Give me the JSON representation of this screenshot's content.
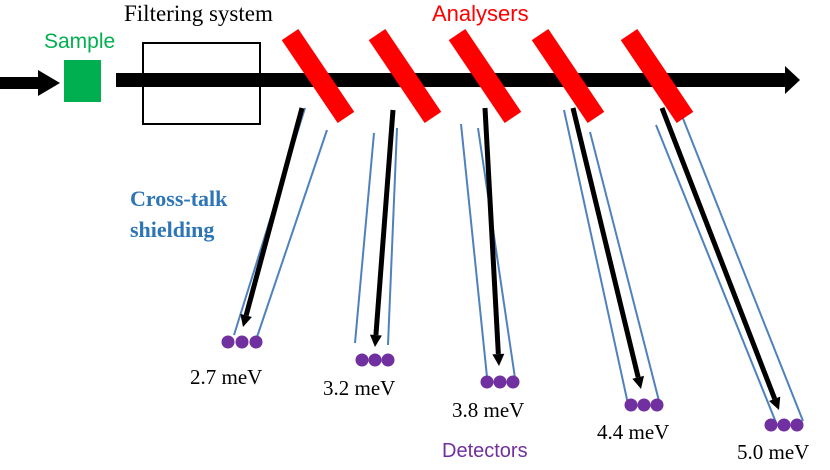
{
  "labels": {
    "sample": "Sample",
    "filtering_system": "Filtering system",
    "analysers": "Analysers",
    "cross_talk_line1": "Cross-talk",
    "cross_talk_line2": "shielding",
    "detectors": "Detectors"
  },
  "energies": [
    "2.7 meV",
    "3.2 meV",
    "3.8 meV",
    "4.4 meV",
    "5.0 meV"
  ],
  "colors": {
    "sample": "#00b050",
    "analyser": "#ff0000",
    "shielding": "#2e75b6",
    "shielding_line": "#4f81bd",
    "detector": "#7030a0",
    "beam": "#000000"
  }
}
